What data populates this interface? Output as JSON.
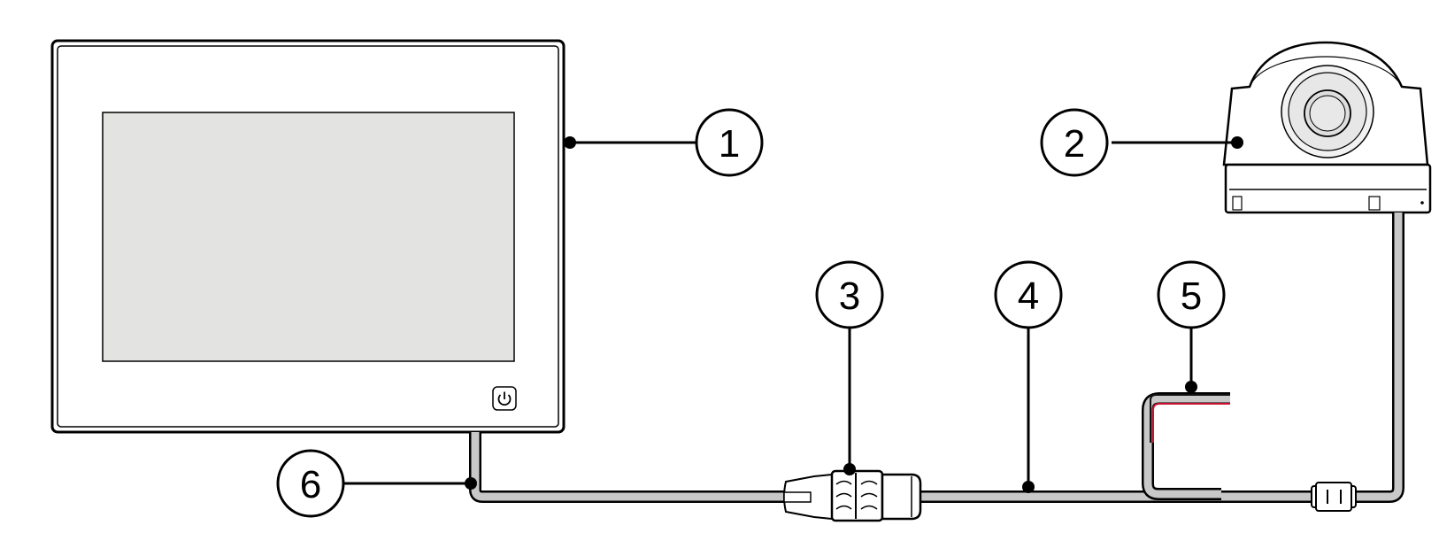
{
  "callouts": [
    {
      "id": "1",
      "label": "1"
    },
    {
      "id": "2",
      "label": "2"
    },
    {
      "id": "3",
      "label": "3"
    },
    {
      "id": "4",
      "label": "4"
    },
    {
      "id": "5",
      "label": "5"
    },
    {
      "id": "6",
      "label": "6"
    }
  ],
  "colors": {
    "outline": "#000000",
    "screen": "#e3e3e1",
    "cable": "#c8c8c8",
    "power_wire_red": "#c8102e"
  }
}
